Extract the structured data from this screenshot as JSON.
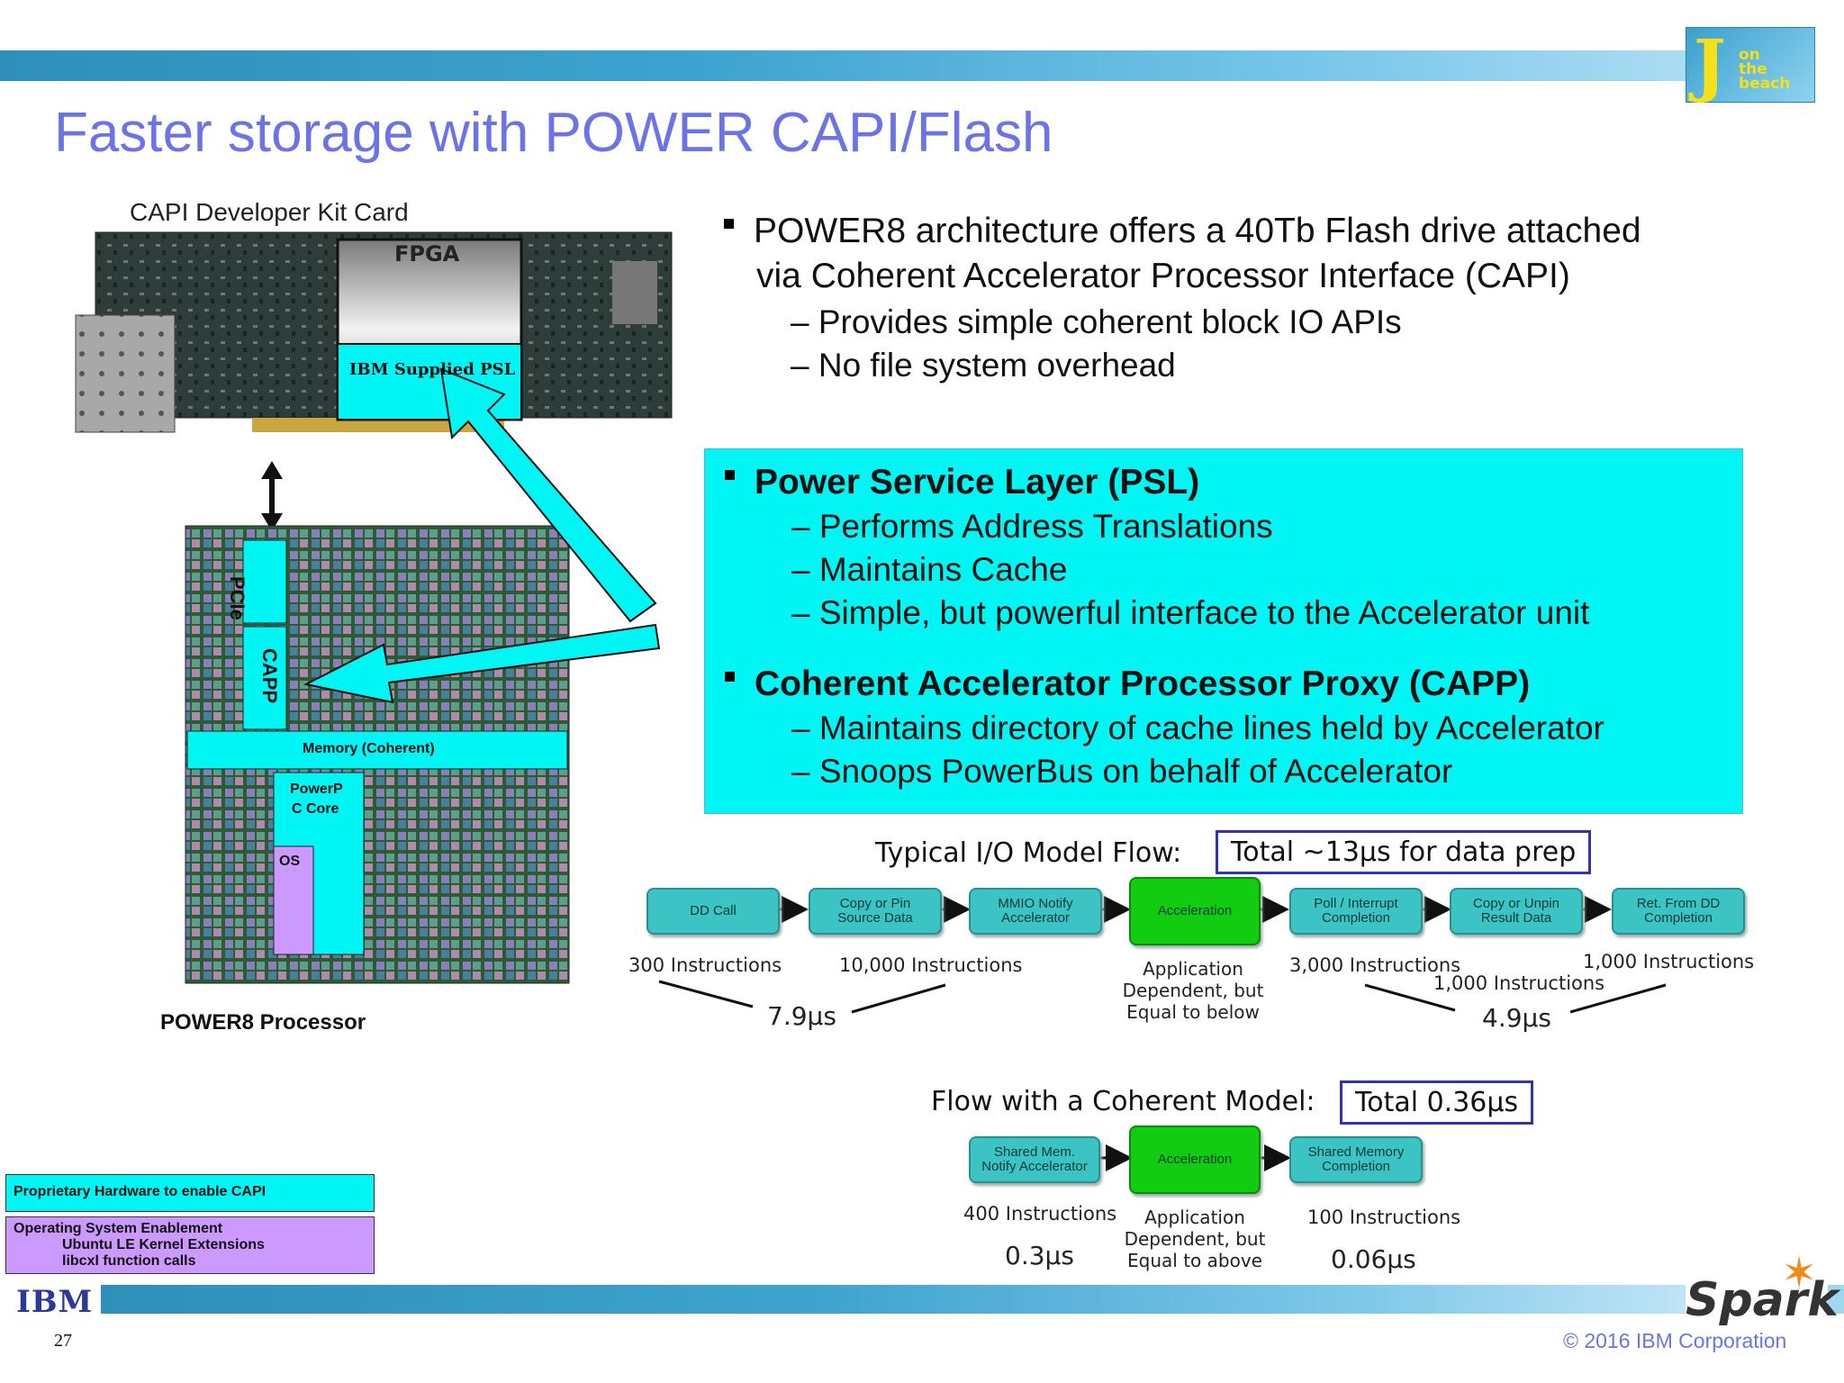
{
  "slide": {
    "title": "Faster storage with POWER CAPI/Flash",
    "page_number": "27",
    "copyright": "© 2016 IBM Corporation",
    "ibm_logo": "IBM",
    "spark_logo": "Spark",
    "conf_logo": {
      "letter": "J",
      "line1": "on",
      "line2": "the",
      "line3": "beach"
    }
  },
  "figure": {
    "card_caption": "CAPI Developer Kit Card",
    "fpga": "FPGA",
    "psl_chip": "IBM Supplied PSL",
    "pcie": "PCIe",
    "capp": "CAPP",
    "memory": "Memory (Coherent)",
    "core": "PowerP C Core",
    "core_line1": "PowerP",
    "core_line2": "C Core",
    "os": "OS",
    "processor_caption": "POWER8 Processor",
    "colors": {
      "cyan": "#00f5f5",
      "lavender": "#cc99ff"
    }
  },
  "legend": {
    "item1": "Proprietary Hardware to enable CAPI",
    "item2_line1": "Operating System Enablement",
    "item2_line2": "Ubuntu LE Kernel Extensions",
    "item2_line3": "libcxl function calls"
  },
  "bullets_top": {
    "main_line1": "POWER8 architecture offers a 40Tb Flash drive attached",
    "main_line2": "via Coherent Accelerator Processor Interface (CAPI)",
    "sub1": "Provides simple coherent block IO APIs",
    "sub2": "No file system overhead"
  },
  "psl_box": {
    "head1": "Power Service Layer (PSL)",
    "sub1": "Performs Address Translations",
    "sub2": "Maintains Cache",
    "sub3": "Simple, but powerful interface to the Accelerator unit",
    "head2": "Coherent Accelerator Processor Proxy (CAPP)",
    "sub4": "Maintains directory of cache lines held by Accelerator",
    "sub5": "Snoops PowerBus on behalf of Accelerator"
  },
  "io_flow": {
    "header": "Typical I/O Model Flow:",
    "total": "Total ~13µs for data prep",
    "nodes": [
      "DD Call",
      "Copy or Pin Source Data",
      "MMIO Notify Accelerator",
      "Acceleration",
      "Poll / Interrupt Completion",
      "Copy or Unpin Result Data",
      "Ret. From DD Completion"
    ],
    "n1": "DD Call",
    "n2a": "Copy or Pin",
    "n2b": "Source Data",
    "n3a": "MMIO Notify",
    "n3b": "Accelerator",
    "n4": "Acceleration",
    "n5a": "Poll / Interrupt",
    "n5b": "Completion",
    "n6a": "Copy or Unpin",
    "n6b": "Result Data",
    "n7a": "Ret. From DD",
    "n7b": "Completion",
    "l1": "300 Instructions",
    "l2": "10,000 Instructions",
    "l3a": "Application",
    "l3b": "Dependent, but",
    "l3c": "Equal to below",
    "l4": "3,000 Instructions",
    "l5": "1,000 Instructions",
    "l6": "1,000 Instructions",
    "t1": "7.9µs",
    "t2": "4.9µs"
  },
  "coherent_flow": {
    "header": "Flow with a Coherent Model:",
    "total": "Total 0.36µs",
    "n1a": "Shared Mem.",
    "n1b": "Notify Accelerator",
    "n2": "Acceleration",
    "n3a": "Shared Memory",
    "n3b": "Completion",
    "l1": "400 Instructions",
    "l2a": "Application",
    "l2b": "Dependent, but",
    "l2c": "Equal to above",
    "l3": "100 Instructions",
    "t1": "0.3µs",
    "t2": "0.06µs"
  }
}
